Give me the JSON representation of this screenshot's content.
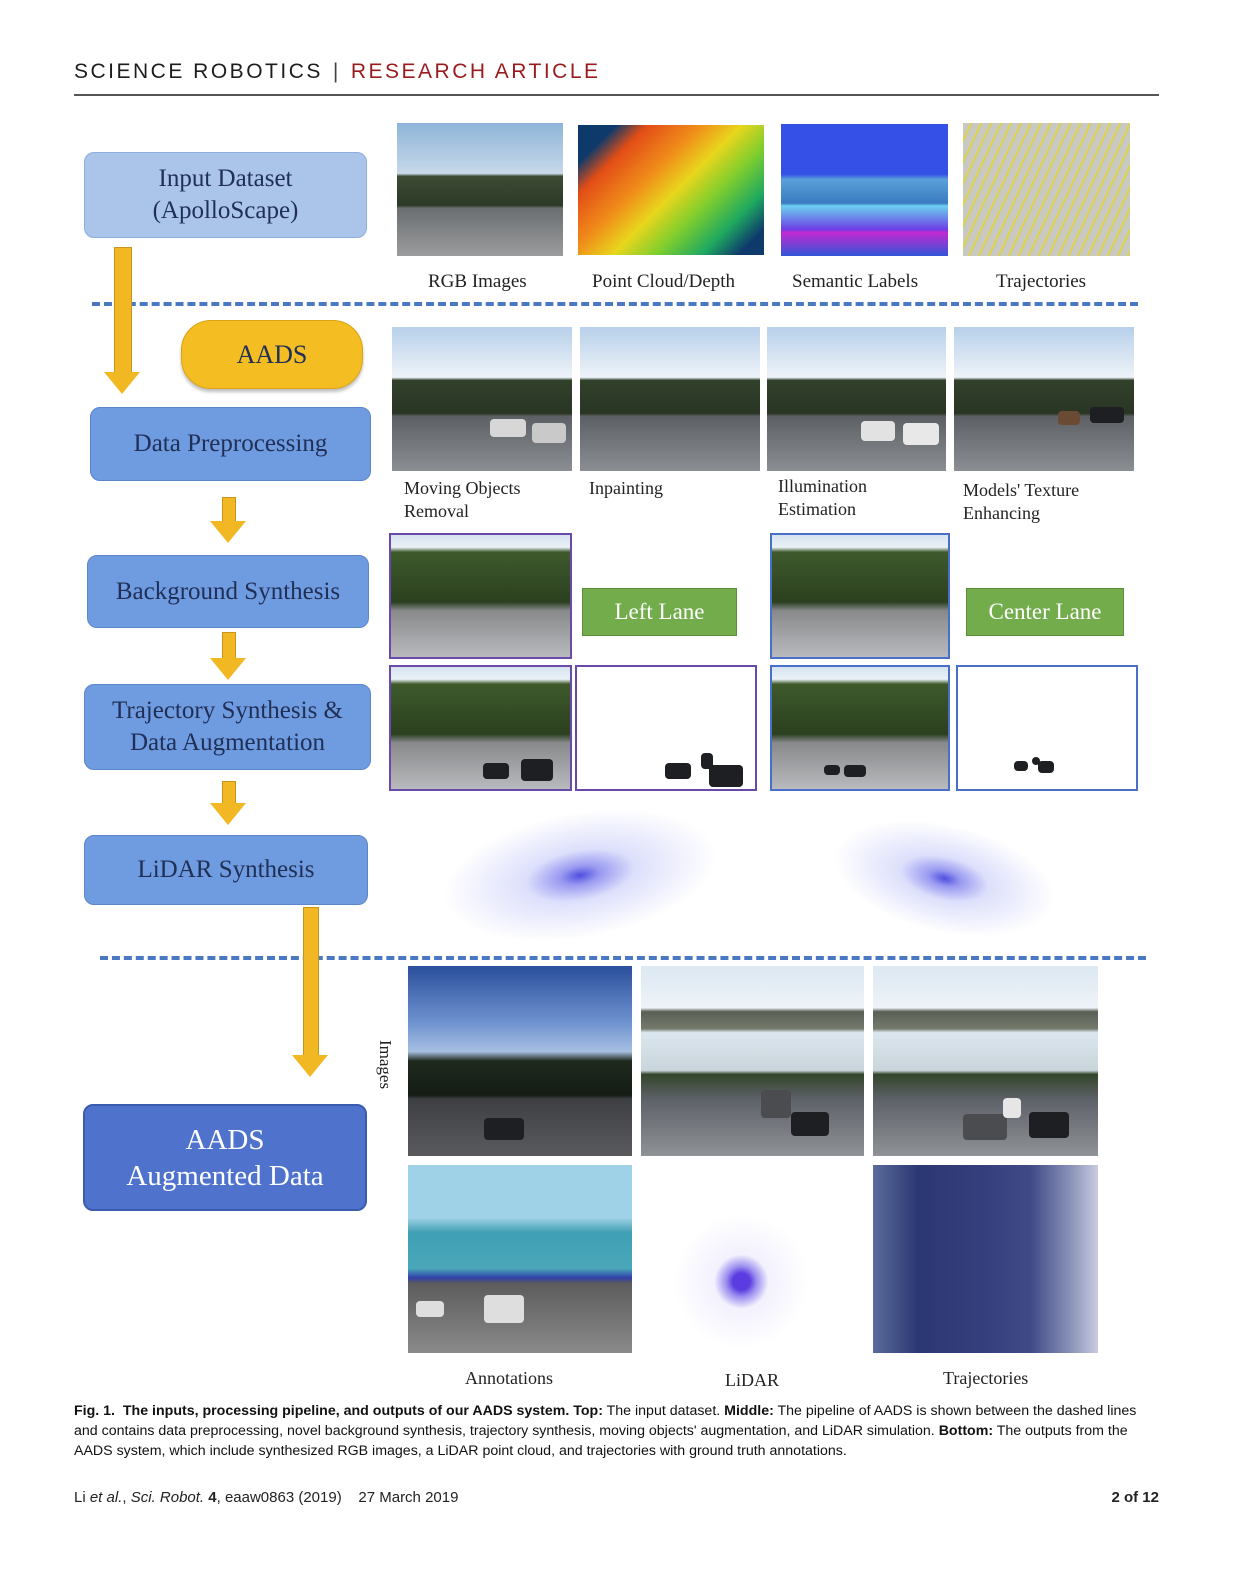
{
  "header": {
    "journal": "SCIENCE ROBOTICS",
    "separator": "|",
    "section": "RESEARCH ARTICLE"
  },
  "pipeline": {
    "input_dataset": [
      "Input Dataset",
      "(ApolloScape)"
    ],
    "aads": "AADS",
    "data_preprocessing": "Data Preprocessing",
    "background_synthesis": "Background Synthesis",
    "trajectory_synthesis": [
      "Trajectory Synthesis &",
      "Data Augmentation"
    ],
    "lidar_synthesis": "LiDAR Synthesis",
    "augmented_data": [
      "AADS",
      "Augmented Data"
    ]
  },
  "input_captions": [
    "RGB Images",
    "Point Cloud/Depth",
    "Semantic Labels",
    "Trajectories"
  ],
  "preprocess_captions": [
    [
      "Moving Objects",
      "Removal"
    ],
    [
      "Inpainting",
      ""
    ],
    [
      "Illumination",
      "Estimation"
    ],
    [
      "Models' Texture",
      "Enhancing"
    ]
  ],
  "lanes": {
    "left": "Left Lane",
    "center": "Center Lane"
  },
  "output": {
    "images_label": "Images",
    "captions": [
      "Annotations",
      "LiDAR",
      "Trajectories"
    ]
  },
  "figure_caption": {
    "label": "Fig. 1.",
    "title": "The inputs, processing pipeline, and outputs of our AADS system.",
    "top_label": "Top:",
    "top_text": "The input dataset.",
    "middle_label": "Middle:",
    "middle_text": "The pipeline of AADS is shown between the dashed lines and contains data preprocessing, novel background synthesis, trajectory synthesis, moving objects' augmentation, and LiDAR simulation.",
    "bottom_label": "Bottom:",
    "bottom_text": "The outputs from the AADS system, which include synthesized RGB images, a LiDAR point cloud, and trajectories with ground truth annotations."
  },
  "footer": {
    "citation_prefix": "Li ",
    "et_al": "et al.",
    "journal": "Sci. Robot.",
    "volume": "4",
    "rest": ", eaaw0863 (2019)",
    "date": "27 March 2019",
    "page": "2 of 12"
  }
}
